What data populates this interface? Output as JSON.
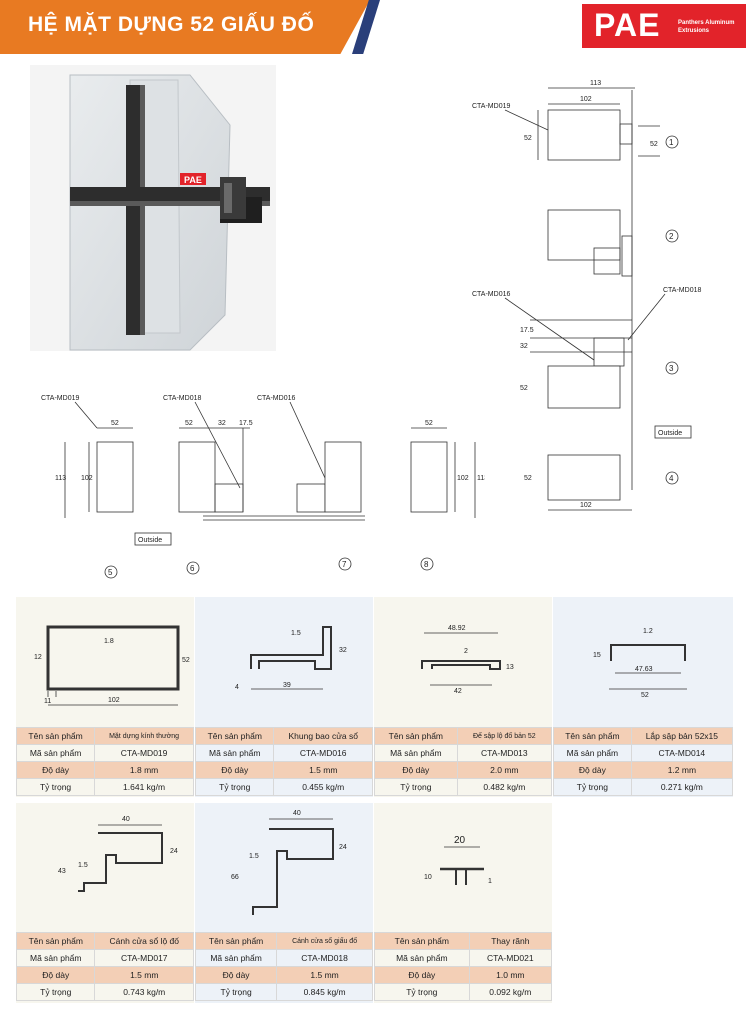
{
  "header": {
    "title": "HỆ MẶT DỰNG 52 GIẤU ĐỐ"
  },
  "logo": {
    "brand": "PAE",
    "line1": "Panthers Aluminum",
    "line2": "Extrusions"
  },
  "photo": {
    "badge": "PAE"
  },
  "drawing": {
    "labels": {
      "md019": "CTA-MD019",
      "md016": "CTA-MD016",
      "md018": "CTA-MD018",
      "outside": "Outside"
    },
    "dims": {
      "d113": "113",
      "d102": "102",
      "d52": "52",
      "d32": "32",
      "d175": "17.5"
    },
    "callouts": [
      "1",
      "2",
      "3",
      "4",
      "5",
      "6",
      "7",
      "8"
    ]
  },
  "row_labels": {
    "name": "Tên sản phẩm",
    "code": "Mã sản phẩm",
    "thick": "Độ dày",
    "weight": "Tỷ trọng"
  },
  "products": [
    {
      "name": "Mặt dựng kính thường",
      "code": "CTA-MD019",
      "thick": "1.8 mm",
      "weight": "1.641 kg/m",
      "dims": [
        "1.8",
        "12",
        "52",
        "11",
        "102"
      ]
    },
    {
      "name": "Khung bao cửa sổ",
      "code": "CTA-MD016",
      "thick": "1.5 mm",
      "weight": "0.455 kg/m",
      "dims": [
        "1.5",
        "32",
        "4",
        "39"
      ]
    },
    {
      "name": "Đế sập lộ đố bản 52",
      "code": "CTA-MD013",
      "thick": "2.0 mm",
      "weight": "0.482 kg/m",
      "dims": [
        "48.92",
        "2",
        "13",
        "42"
      ]
    },
    {
      "name": "Lắp sập bản 52x15",
      "code": "CTA-MD014",
      "thick": "1.2 mm",
      "weight": "0.271 kg/m",
      "dims": [
        "1.2",
        "15",
        "47.63",
        "52"
      ]
    },
    {
      "name": "Cánh cửa sổ lộ đố",
      "code": "CTA-MD017",
      "thick": "1.5 mm",
      "weight": "0.743 kg/m",
      "dims": [
        "40",
        "43",
        "1.5",
        "24"
      ]
    },
    {
      "name": "Cánh cửa sổ giấu đố",
      "code": "CTA-MD018",
      "thick": "1.5 mm",
      "weight": "0.845 kg/m",
      "dims": [
        "40",
        "66",
        "1.5",
        "24"
      ]
    },
    {
      "name": "Thay rãnh",
      "code": "CTA-MD021",
      "thick": "1.0 mm",
      "weight": "0.092 kg/m",
      "dims": [
        "20",
        "10",
        "1"
      ]
    }
  ]
}
